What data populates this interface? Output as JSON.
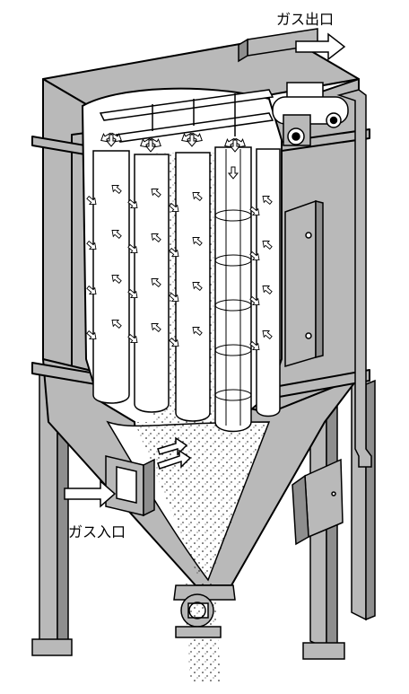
{
  "labels": {
    "gas_outlet": "ガス出口",
    "gas_inlet": "ガス入口"
  },
  "colors": {
    "housing": "#b9b9b9",
    "housing_dark": "#8e8e8e",
    "interior": "#ffffff",
    "outline": "#000000",
    "dust": "#000000"
  },
  "icons": {
    "flow_arrow": "hollow-arrow",
    "blow_nozzle": "hollow-arrow-cluster"
  }
}
